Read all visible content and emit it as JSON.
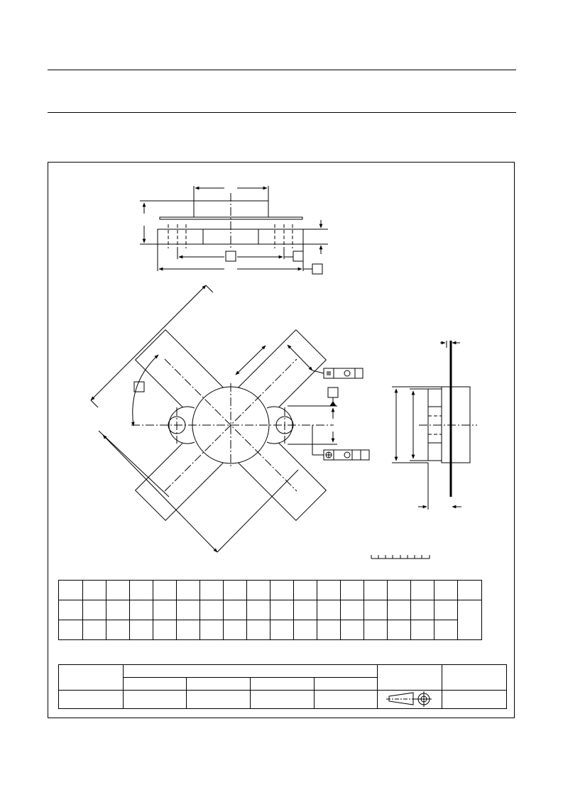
{
  "page": {
    "header_rules": 2
  },
  "drawing": {
    "name": "mechanical outline drawing",
    "side_view_datum_boxes": 3,
    "top_view_datum_boxes": 2,
    "tolerance_frames": 2,
    "tolerance_frame_symbols": [
      "flatness-icon",
      "position-icon"
    ],
    "scale_bar_divisions": 8
  },
  "dimension_table": {
    "rows": 3,
    "columns": 18,
    "merged_last_column": true
  },
  "outline_table": {
    "columns": 7,
    "sub_columns": 4,
    "projection_symbol": "first-angle-projection-icon"
  }
}
